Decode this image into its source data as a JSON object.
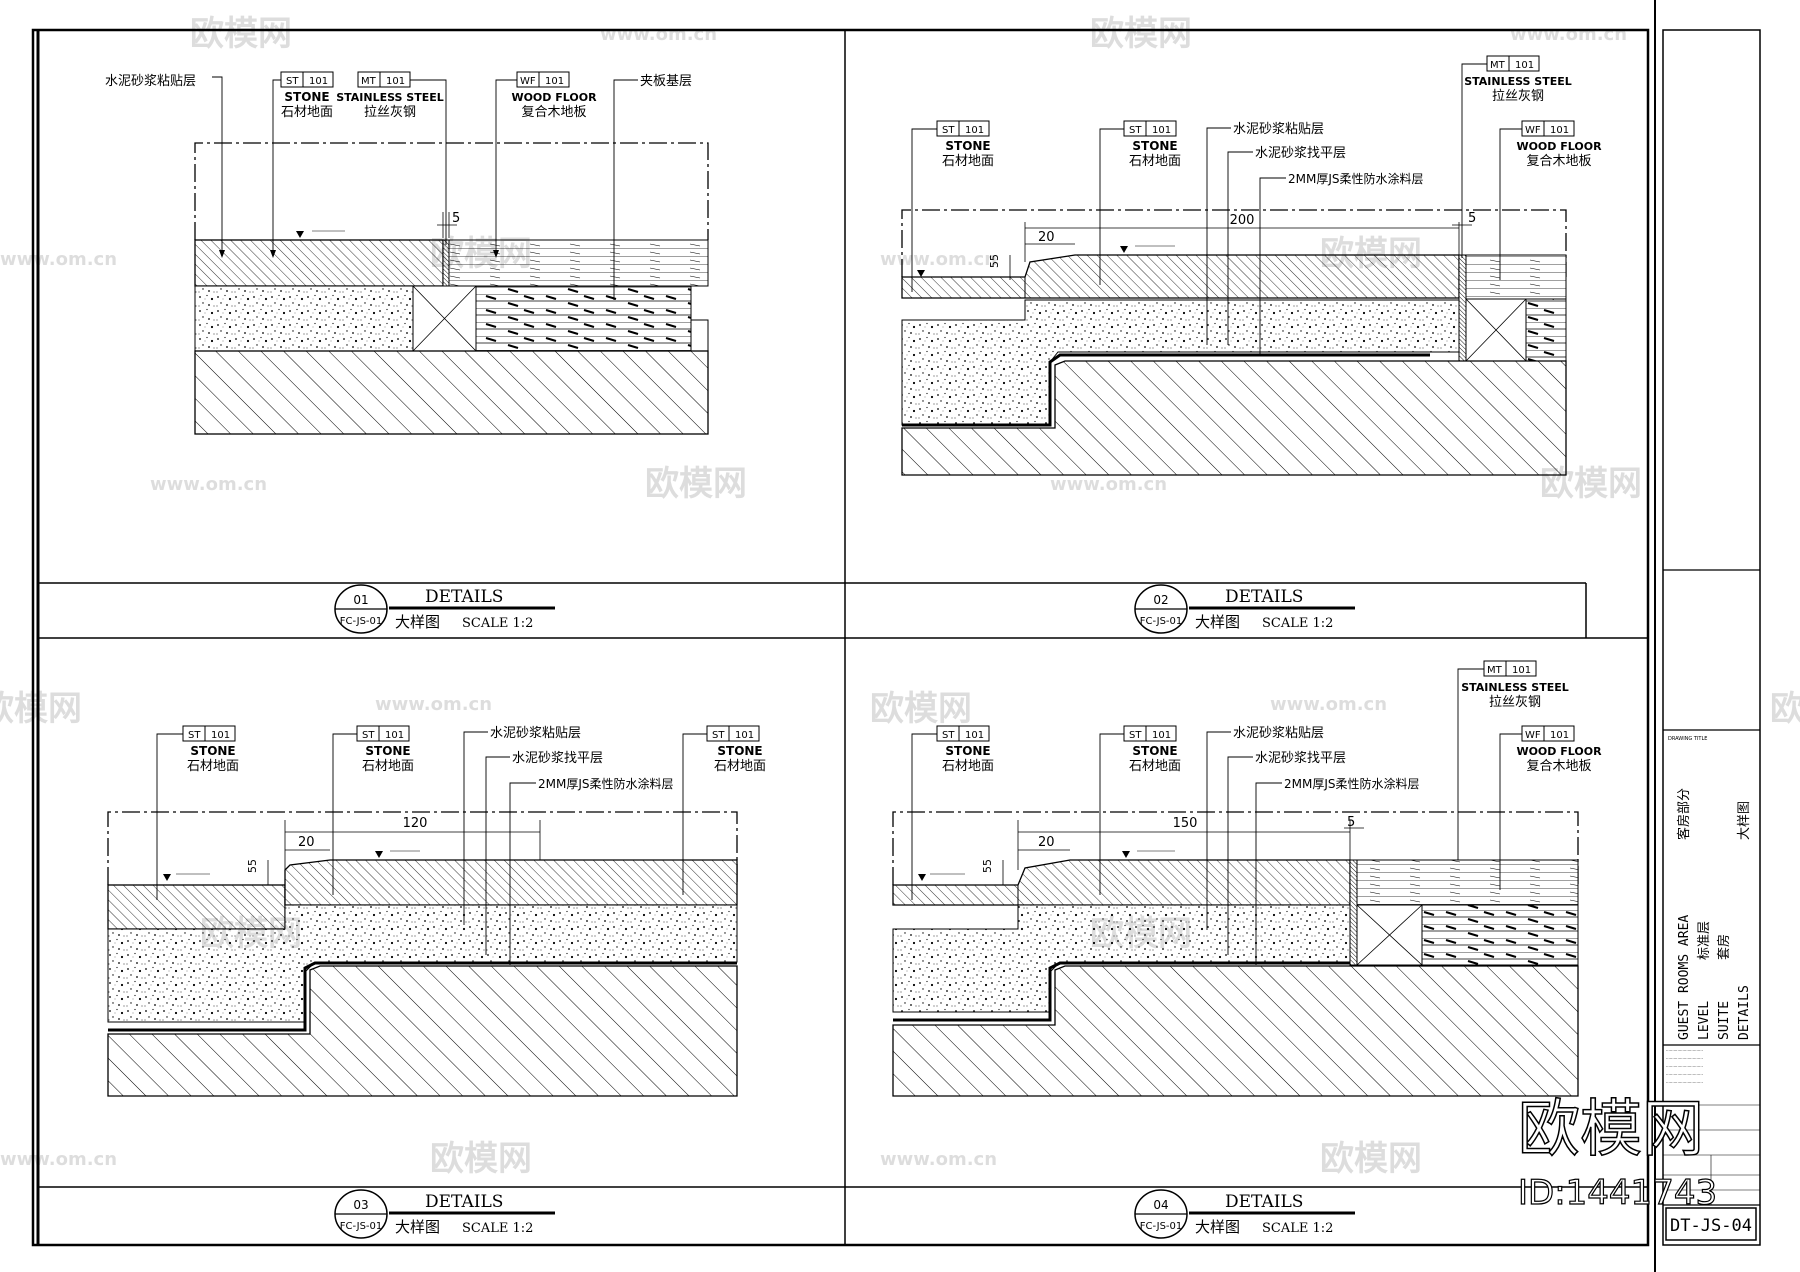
{
  "materials": {
    "st": {
      "code": "ST",
      "num": "101",
      "en": "STONE",
      "cn": "石材地面"
    },
    "mt": {
      "code": "MT",
      "num": "101",
      "en": "STAINLESS STEEL",
      "cn": "拉丝灰钢"
    },
    "wf": {
      "code": "WF",
      "num": "101",
      "en": "WOOD FLOOR",
      "cn": "复合木地板"
    }
  },
  "notes": {
    "mortar_bond": "水泥砂浆粘贴层",
    "plywood": "夹板基层",
    "mortar_level": "水泥砂浆找平层",
    "waterproof": "2MM厚JS柔性防水涂料层"
  },
  "dims": {
    "d5": "5",
    "d20": "20",
    "d55": "55",
    "d200": "200",
    "d120": "120",
    "d150": "150"
  },
  "details": [
    {
      "num": "01",
      "ref": "FC-JS-01",
      "title": "DETAILS",
      "cn": "大样图",
      "scale": "SCALE 1:2"
    },
    {
      "num": "02",
      "ref": "FC-JS-01",
      "title": "DETAILS",
      "cn": "大样图",
      "scale": "SCALE 1:2"
    },
    {
      "num": "03",
      "ref": "FC-JS-01",
      "title": "DETAILS",
      "cn": "大样图",
      "scale": "SCALE 1:2"
    },
    {
      "num": "04",
      "ref": "FC-JS-01",
      "title": "DETAILS",
      "cn": "大样图",
      "scale": "SCALE 1:2"
    }
  ],
  "title_block": {
    "drawing_title_label": "DRAWING TITLE",
    "area_en": "GUEST ROOMS AREA",
    "area_cn": "客房部分",
    "level_en": "LEVEL",
    "level_cn": "标准层",
    "suite_en": "SUITE",
    "suite_cn": "套房",
    "details_en": "DETAILS",
    "details_cn": "大样图",
    "drawing_no": "DT-JS-04"
  },
  "watermark": {
    "brand": "欧模网",
    "url": "www.om.cn",
    "id": "ID:1441743"
  }
}
